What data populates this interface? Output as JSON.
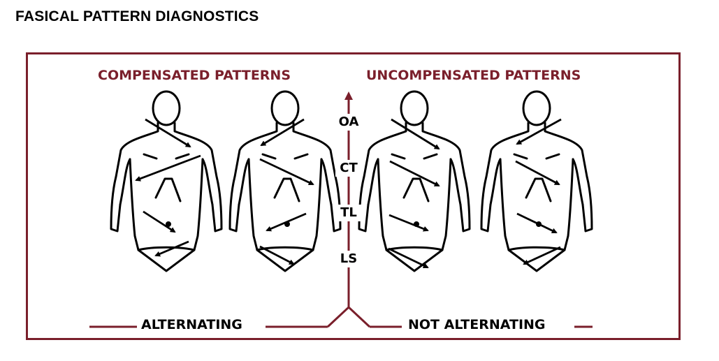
{
  "title": "FASICAL PATTERN DIAGNOSTICS",
  "headings": {
    "compensated": "COMPENSATED PATTERNS",
    "uncompensated": "UNCOMPENSATED PATTERNS"
  },
  "segments": [
    "OA",
    "CT",
    "TL",
    "LS"
  ],
  "bottom_labels": {
    "alternating": "ALTERNATING",
    "not_alternating": "NOT ALTERNATING"
  },
  "colors": {
    "accent": "#7a1f2b",
    "ink": "#000000"
  }
}
